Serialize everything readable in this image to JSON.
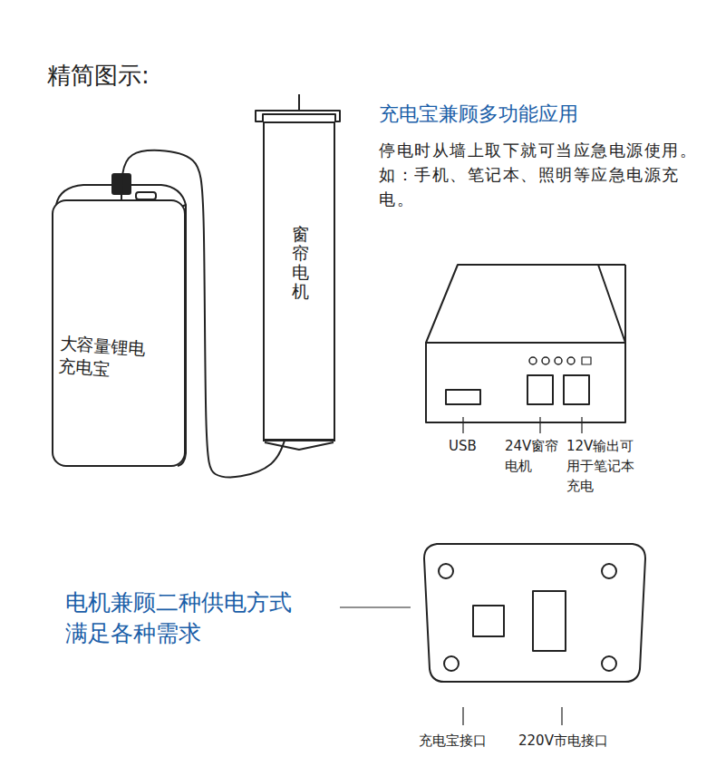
{
  "diagram": {
    "title": "精简图示:",
    "nodes": [
      {
        "text": [
          "大容量锂电充电宝"
        ]
      },
      {
        "text": [
          "窗帘电机"
        ]
      }
    ],
    "edges": [
      {
        "from": 0,
        "to": 1,
        "arrow": "none"
      }
    ],
    "labels": [
      "充电宝兼顾多功能应用",
      "停电时从墙上取下就可当应急电源使用。如：手机、笔记本、照明等应急电源充电。",
      "USB",
      "24V窗帘电机",
      "12V输出可用于笔记本充电",
      "电机兼顾二种供电方式满足各种需求",
      "充电宝接口",
      "220V市电接口"
    ]
  }
}
